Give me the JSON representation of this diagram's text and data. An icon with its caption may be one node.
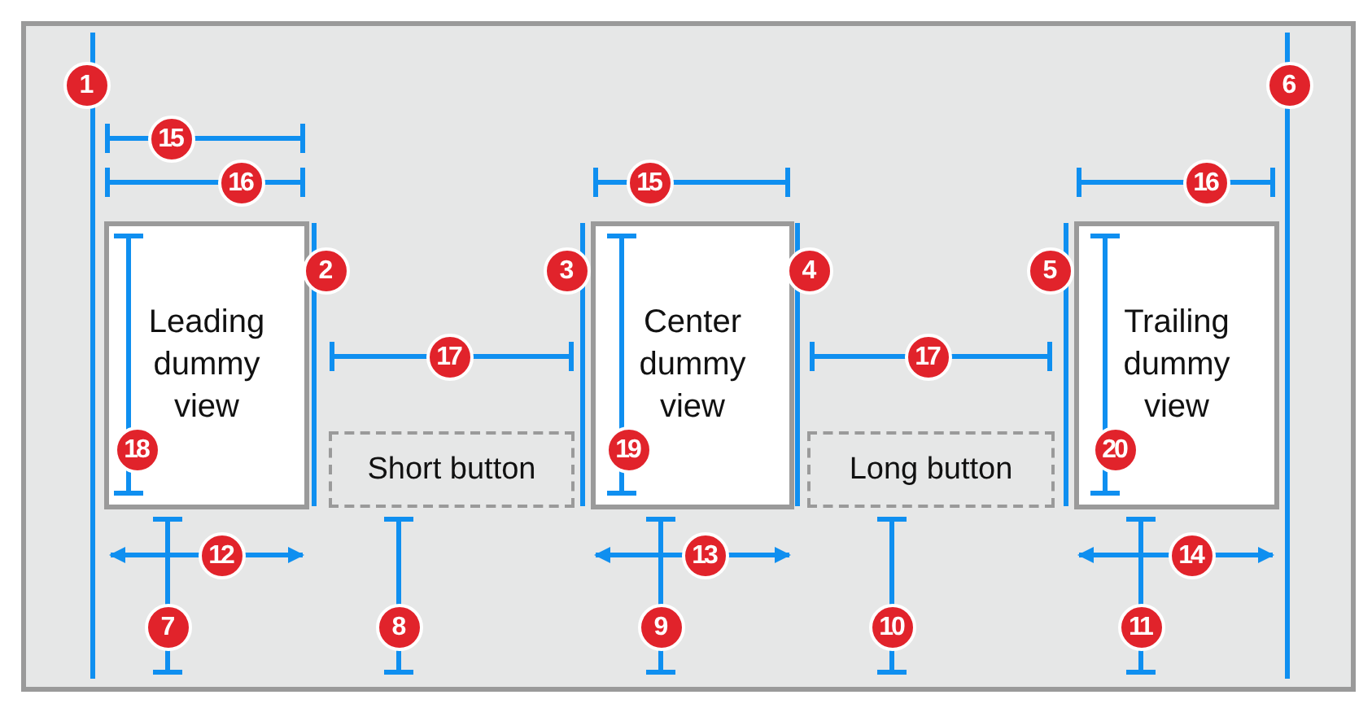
{
  "diagram": {
    "nodes": [
      {
        "text": [
          "Leading dummy view"
        ]
      },
      {
        "text": [
          "Short button"
        ]
      },
      {
        "text": [
          "Center dummy view"
        ]
      },
      {
        "text": [
          "Long button"
        ]
      },
      {
        "text": [
          "Trailing dummy view"
        ]
      }
    ],
    "labels": [
      "1",
      "6",
      "15",
      "16",
      "15",
      "16",
      "2",
      "3",
      "4",
      "5",
      "17",
      "17",
      "18",
      "19",
      "20",
      "12",
      "13",
      "14",
      "7",
      "8",
      "9",
      "10",
      "11"
    ]
  }
}
